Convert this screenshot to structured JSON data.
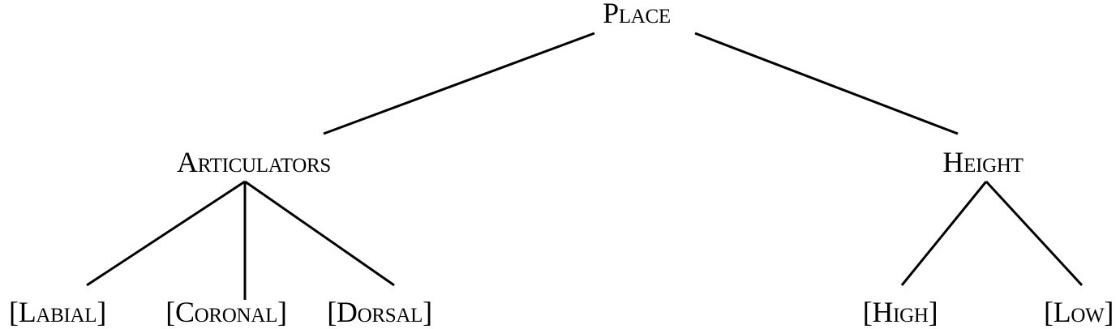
{
  "tree": {
    "root": "Place",
    "children": [
      {
        "label": "Articulators",
        "children": [
          "[Labial]",
          "[Coronal]",
          "[Dorsal]"
        ]
      },
      {
        "label": "Height",
        "children": [
          "[High]",
          "[Low]"
        ]
      }
    ]
  }
}
